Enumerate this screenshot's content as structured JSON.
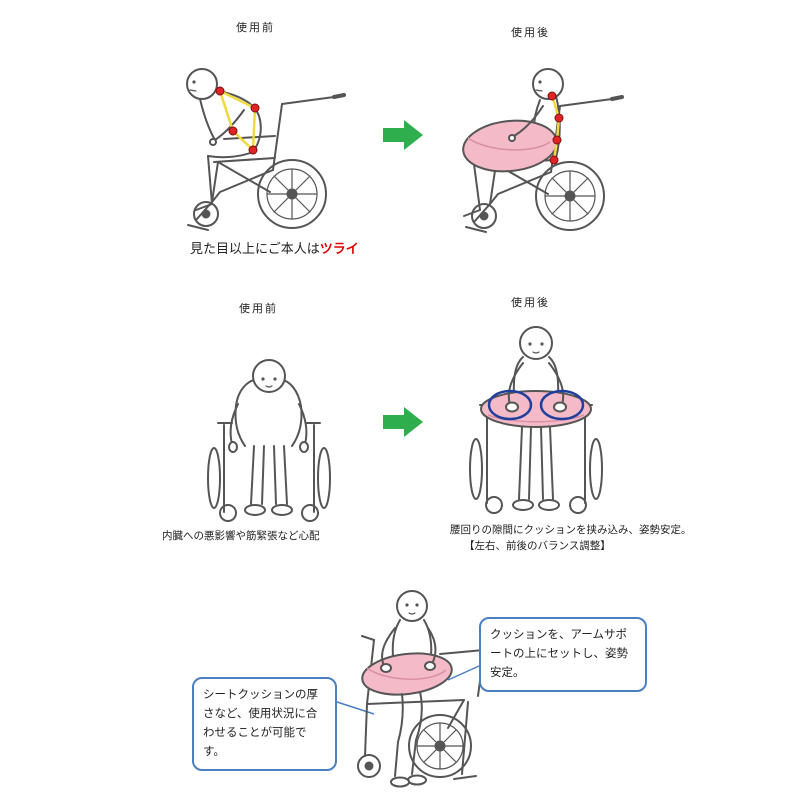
{
  "colors": {
    "arrow_green": "#2fae4e",
    "cushion_pink": "#f5bac7",
    "cushion_fold": "#d98fa3",
    "posture_line_yellow": "#f0d93e",
    "posture_dot_red": "#e02424",
    "highlight_text_red": "#dd0000",
    "callout_border_blue": "#4a7fc1",
    "focus_circle_blue": "#1f3f9e",
    "line_art_gray": "#555555"
  },
  "section_side_view": {
    "before_label": "使用前",
    "after_label": "使用後",
    "caption": {
      "prefix": "見た目以上にご本人は",
      "highlight": "ツライ"
    }
  },
  "section_front_view": {
    "before_label": "使用前",
    "after_label": "使用後",
    "before_caption": "内臓への悪影響や筋緊張など心配",
    "after_caption_line1": "腰回りの隙間にクッションを挟み込み、姿勢安定。",
    "after_caption_line2": "【左右、前後のバランス調整】"
  },
  "section_detail": {
    "left_callout": "シートクッションの厚さなど、使用状況に合わせることが可能です。",
    "right_callout": "クッションを、アームサポートの上にセットし、姿勢安定。"
  }
}
